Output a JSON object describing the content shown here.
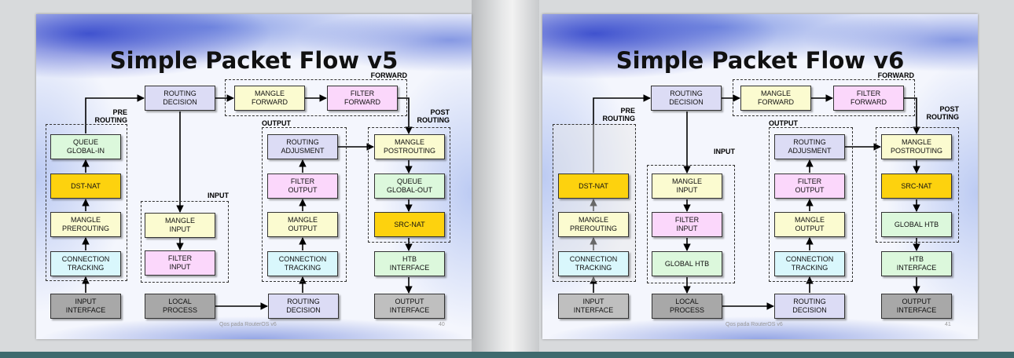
{
  "slides": [
    {
      "title": "Simple Packet Flow v5",
      "footer": "Qos pada RouterOS v6",
      "page": "40",
      "groups": {
        "forward": "FORWARD",
        "prerouting": "PRE\nROUTING",
        "output": "OUTPUT",
        "postrouting": "POST\nROUTING",
        "input": "INPUT"
      },
      "boxes": {
        "routing_decision_top": "ROUTING\nDECISION",
        "mangle_forward": "MANGLE\nFORWARD",
        "filter_forward": "FILTER\nFORWARD",
        "queue_global_in": "QUEUE\nGLOBAL-IN",
        "dst_nat": "DST-NAT",
        "mangle_prerouting": "MANGLE\nPREROUTING",
        "connection_tracking_in": "CONNECTION\nTRACKING",
        "input_interface": "INPUT\nINTERFACE",
        "mangle_input": "MANGLE\nINPUT",
        "filter_input": "FILTER\nINPUT",
        "local_process": "LOCAL\nPROCESS",
        "routing_adjusment": "ROUTING\nADJUSMENT",
        "filter_output": "FILTER\nOUTPUT",
        "mangle_output": "MANGLE\nOUTPUT",
        "connection_tracking_out": "CONNECTION\nTRACKING",
        "routing_decision_bottom": "ROUTING\nDECISION",
        "mangle_postrouting": "MANGLE\nPOSTROUTING",
        "queue_global_out": "QUEUE\nGLOBAL-OUT",
        "src_nat": "SRC-NAT",
        "htb_interface": "HTB\nINTERFACE",
        "output_interface": "OUTPUT\nINTERFACE"
      }
    },
    {
      "title": "Simple Packet Flow v6",
      "footer": "Qos pada RouterOS v6",
      "page": "41",
      "groups": {
        "forward": "FORWARD",
        "prerouting": "PRE\nROUTING",
        "output": "OUTPUT",
        "postrouting": "POST\nROUTING",
        "input": "INPUT"
      },
      "boxes": {
        "routing_decision_top": "ROUTING\nDECISION",
        "mangle_forward": "MANGLE\nFORWARD",
        "filter_forward": "FILTER\nFORWARD",
        "dst_nat": "DST-NAT",
        "mangle_prerouting": "MANGLE\nPREROUTING",
        "connection_tracking_in": "CONNECTION\nTRACKING",
        "input_interface": "INPUT\nINTERFACE",
        "mangle_input": "MANGLE\nINPUT",
        "filter_input": "FILTER\nINPUT",
        "global_htb_input": "GLOBAL HTB",
        "local_process": "LOCAL\nPROCESS",
        "routing_adjusment": "ROUTING\nADJUSMENT",
        "filter_output": "FILTER\nOUTPUT",
        "mangle_output": "MANGLE\nOUTPUT",
        "connection_tracking_out": "CONNECTION\nTRACKING",
        "routing_decision_bottom": "ROUTING\nDECISION",
        "mangle_postrouting": "MANGLE\nPOSTROUTING",
        "src_nat": "SRC-NAT",
        "global_htb_post": "GLOBAL HTB",
        "htb_interface": "HTB\nINTERFACE",
        "output_interface": "OUTPUT\nINTERFACE"
      }
    }
  ]
}
